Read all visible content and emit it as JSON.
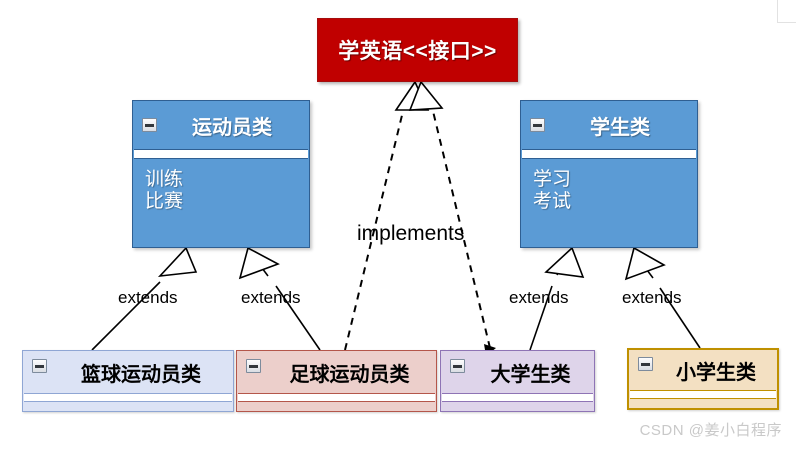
{
  "diagram": {
    "type": "uml-class-diagram",
    "interface": {
      "name": "学英语<<接口>>",
      "color": "#c00000",
      "text_color": "#ffffff"
    },
    "classes": [
      {
        "id": "athlete",
        "name": "运动员类",
        "members": "训练\n比赛",
        "color": "#5b9bd5",
        "icon": "minus-collapse-icon"
      },
      {
        "id": "student",
        "name": "学生类",
        "members": "学习\n考试",
        "color": "#5b9bd5",
        "icon": "minus-collapse-icon"
      }
    ],
    "subclasses": [
      {
        "id": "basketball",
        "name": "篮球运动员类",
        "color": "#dce3f5",
        "border": "#8fa6d4"
      },
      {
        "id": "football",
        "name": "足球运动员类",
        "color": "#eccfcb",
        "border": "#b4564a"
      },
      {
        "id": "university",
        "name": "大学生类",
        "color": "#ded4ea",
        "border": "#8e74b5"
      },
      {
        "id": "primary",
        "name": "小学生类",
        "color": "#f3e0c2",
        "border": "#bf9000"
      }
    ],
    "relations": [
      {
        "id": "ext1",
        "label": "extends",
        "from": "篮球运动员类",
        "to": "运动员类",
        "style": "solid",
        "arrow": "hollow-triangle"
      },
      {
        "id": "ext2",
        "label": "extends",
        "from": "足球运动员类",
        "to": "运动员类",
        "style": "solid",
        "arrow": "hollow-triangle"
      },
      {
        "id": "ext3",
        "label": "extends",
        "from": "大学生类",
        "to": "学生类",
        "style": "solid",
        "arrow": "hollow-triangle"
      },
      {
        "id": "ext4",
        "label": "extends",
        "from": "小学生类",
        "to": "学生类",
        "style": "solid",
        "arrow": "hollow-triangle"
      },
      {
        "id": "impl1",
        "label": "implements",
        "from": "足球运动员类",
        "to": "学英语<<接口>>",
        "style": "dashed",
        "arrow": "hollow-triangle"
      },
      {
        "id": "impl2",
        "label": "implements",
        "from": "大学生类",
        "to": "学英语<<接口>>",
        "style": "dashed",
        "arrow": "hollow-triangle"
      }
    ]
  },
  "watermark": {
    "text": "CSDN @姜小白程序"
  }
}
